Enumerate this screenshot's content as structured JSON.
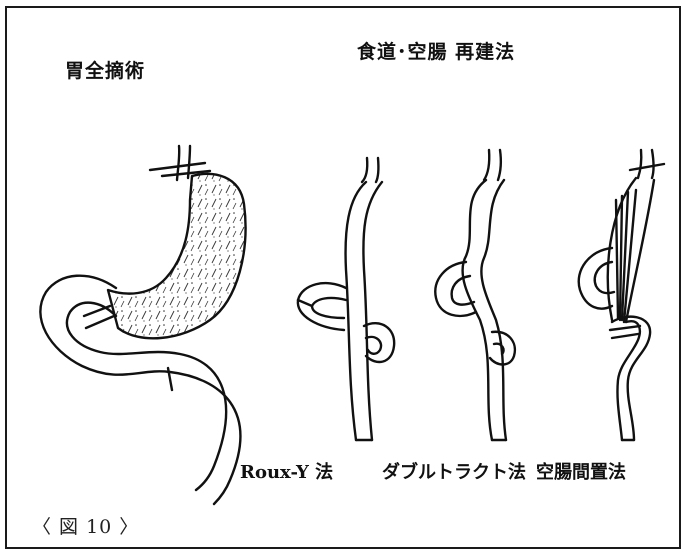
{
  "title_left": "胃全摘術",
  "title_main": "食道･空腸 再建法",
  "methods": {
    "roux_y": "Roux-Y 法",
    "double_tract": "ダブルトラクト法",
    "interposition": "空腸間置法"
  },
  "caption": "〈 図 10 〉"
}
